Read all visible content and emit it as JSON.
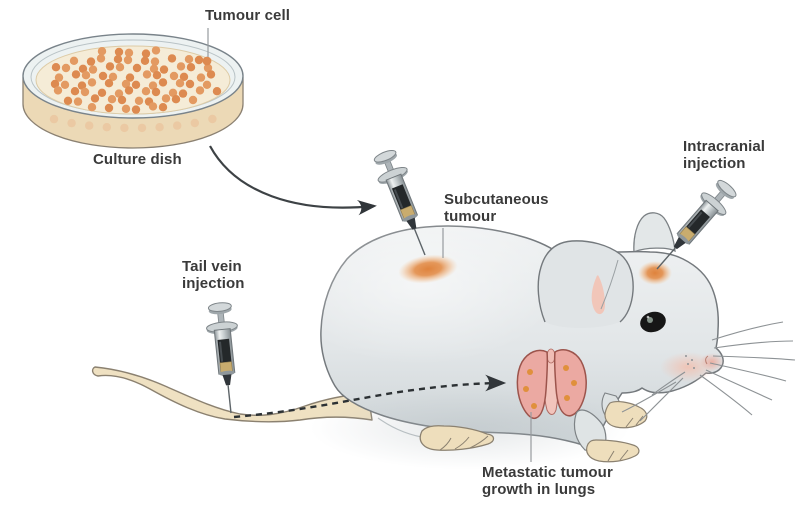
{
  "labels": {
    "tumour_cell": {
      "lines": [
        "Tumour cell"
      ]
    },
    "culture_dish": {
      "lines": [
        "Culture dish"
      ]
    },
    "subcutaneous_tumour": {
      "lines": [
        "Subcutaneous",
        "tumour"
      ]
    },
    "intracranial_injection": {
      "lines": [
        "Intracranial",
        "injection"
      ]
    },
    "tail_vein_injection": {
      "lines": [
        "Tail vein",
        "injection"
      ]
    },
    "metastatic_tumour": {
      "lines": [
        "Metastatic tumour",
        "growth in lungs"
      ]
    }
  },
  "colors": {
    "background": "#ffffff",
    "label_text": "#3a3a3a",
    "tumour_cell_dot": "#dd8a50",
    "tumour_cell_dot_alt": "#e39a62",
    "tumour_cell_dot_faded": "#e9b98f",
    "tumour_spot": "#de7d33",
    "mouse_body": "#e2e6e8",
    "mouse_outline": "#74797d",
    "dish_side": "#ecd9b6",
    "dish_medium": "#f5ecd7",
    "dish_glass": "#edf2f2",
    "lungs": "#eba9a2",
    "lungs_outline": "#9c544c",
    "metastasis_dot": "#e0903c",
    "tail_and_paws": "#eedebc",
    "arrow": "#3d4245"
  }
}
